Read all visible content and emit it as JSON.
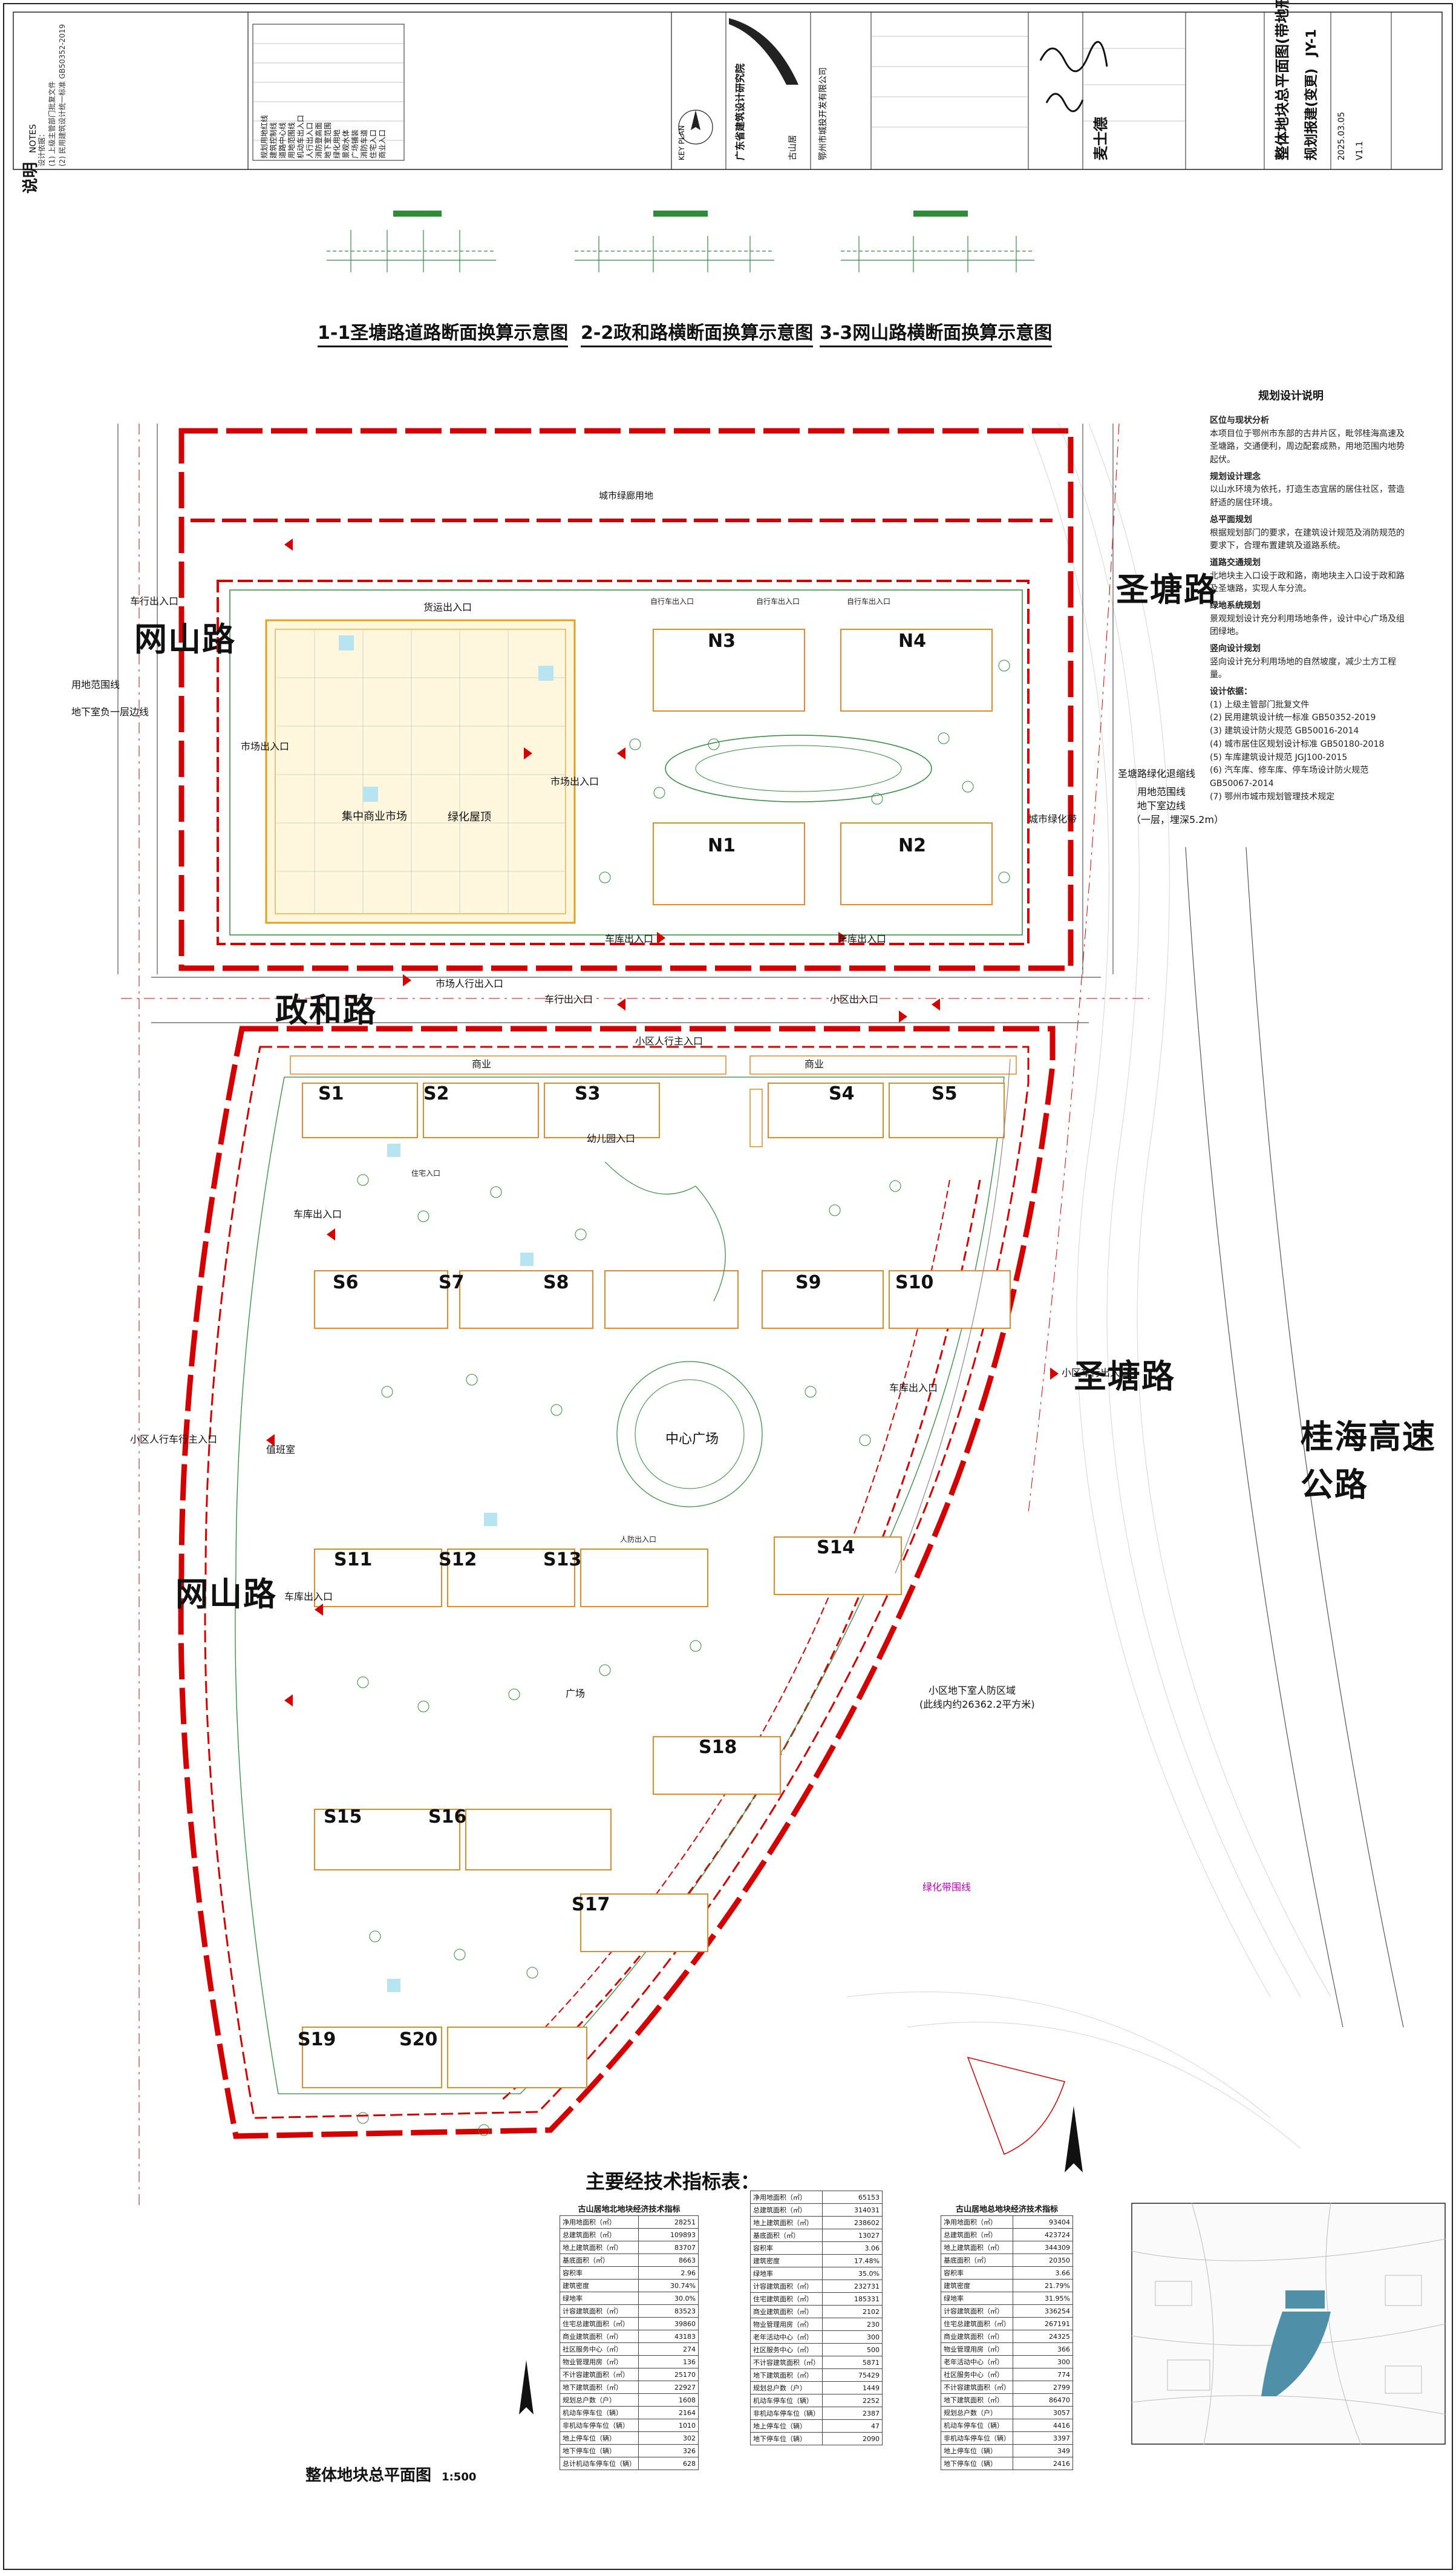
{
  "notes_header": {
    "title": "说明",
    "subtitle": "NOTES"
  },
  "legend_items": [
    "规划用地红线",
    "建筑控制线",
    "道路中心线",
    "用地范围线",
    "机动车出入口",
    "人行出入口",
    "消防登高面",
    "地下室范围",
    "绿化用地",
    "景观水体",
    "广场铺装",
    "消防车道",
    "住宅入口",
    "商业入口"
  ],
  "title_block": {
    "institute": "广东省建筑设计研究院",
    "client": "鄂州市城投开发有限公司",
    "project": "古山居",
    "drawing_title": "整体地块总平面图(带地形)",
    "drawing_subtitle": "规划报建(变更)",
    "drawing_no": "JY-1",
    "scale": "1:500",
    "date": "2025.03.05",
    "version": "V1.1",
    "signer": "麦士德",
    "key_plan": "KEY PLAN"
  },
  "sections": [
    {
      "name": "1-1圣塘路道路断面换算示意图"
    },
    {
      "name": "2-2政和路横断面换算示意图"
    },
    {
      "name": "3-3网山路横断面换算示意图"
    }
  ],
  "roads": {
    "wangshan_top": "网山路",
    "wangshan_bottom": "网山路",
    "shengtang_top": "圣塘路",
    "shengtang_bottom": "圣塘路",
    "zhenghe": "政和路",
    "guihai": "桂海高速公路"
  },
  "north": {
    "green": "城市绿廊用地",
    "market": "集中商业市场",
    "market_entry": "市场出入口",
    "market_entry2": "市场出入口",
    "cargo_entry": "货运出入口",
    "green_roof": "绿化屋顶",
    "garage_entry": "车库出入口",
    "garage_entry2": "车库出入口",
    "market_ped": "市场人行出入口",
    "car_entry": "车行出入口",
    "car_entry_left": "车行出入口",
    "boundary": "用地范围线",
    "basement_line": "地下室负一层边线",
    "buildings": [
      "N1",
      "N2",
      "N3",
      "N4"
    ],
    "ped_entries": [
      "自行车出入口",
      "自行车出入口",
      "自行车出入口"
    ],
    "shengtang_green": "圣塘路绿化退缩线",
    "boundary_right": "用地范围线",
    "basement_right": "地下室边线",
    "basement_right2": "（一层，埋深5.2m）",
    "city_green": "城市绿化带"
  },
  "south": {
    "main_entry": "小区人行主入口",
    "xiaoqu_entry": "小区出入口",
    "commerce": "商业",
    "commerce2": "商业",
    "center_plaza": "中心广场",
    "plaza": "广场",
    "kindergarten_entry": "幼儿园入口",
    "car_entry": "小区车行出入口",
    "ped_main_left": "小区人行车行主入口",
    "garage1": "车库出入口",
    "garage2": "车库出入口",
    "garage3": "车库出入口",
    "duty": "值班室",
    "ped_entrance": "人防出入口",
    "basement_area": "小区地下室人防区域",
    "basement_area2": "(此线内约26362.2平方米)",
    "green_boundary": "绿化带围线",
    "buildings": [
      "S1",
      "S2",
      "S3",
      "S4",
      "S5",
      "S6",
      "S7",
      "S8",
      "S9",
      "S10",
      "S11",
      "S12",
      "S13",
      "S14",
      "S15",
      "S16",
      "S17",
      "S18",
      "S19",
      "S20"
    ],
    "res_entry": "住宅入口"
  },
  "planning_notes": {
    "title": "规划设计说明",
    "paras": [
      "区位与现状分析",
      "本项目位于鄂州市东部的古井片区，毗邻桂海高速及圣塘路，交通便利，周边配套成熟，用地范围内地势起伏。",
      "规划设计理念",
      "以山水环境为依托，打造生态宜居的居住社区，营造舒适的居住环境。",
      "总平面规划",
      "根据规划部门的要求，在建筑设计规范及消防规范的要求下，合理布置建筑及道路系统。",
      "道路交通规划",
      "北地块主入口设于政和路，南地块主入口设于政和路及圣塘路，实现人车分流。",
      "绿地系统规划",
      "景观规划设计充分利用场地条件，设计中心广场及组团绿地。",
      "竖向设计规划",
      "竖向设计充分利用场地的自然坡度，减少土方工程量。",
      "设计依据：",
      "(1) 上级主管部门批复文件",
      "(2) 民用建筑设计统一标准 GB50352-2019",
      "(3) 建筑设计防火规范 GB50016-2014",
      "(4) 城市居住区规划设计标准 GB50180-2018",
      "(5) 车库建筑设计规范 JGJ100-2015",
      "(6) 汽车库、修车库、停车场设计防火规范 GB50067-2014",
      "(7) 鄂州市城市规划管理技术规定"
    ]
  },
  "tech_title": "主要经技术指标表：",
  "tables": {
    "north": {
      "title": "古山居地北地块经济技术指标",
      "rows": [
        [
          "净用地面积（㎡）",
          "28251"
        ],
        [
          "总建筑面积（㎡）",
          "109893"
        ],
        [
          "地上建筑面积（㎡）",
          "83707"
        ],
        [
          "基底面积（㎡）",
          "8663"
        ],
        [
          "容积率",
          "2.96"
        ],
        [
          "建筑密度",
          "30.74%"
        ],
        [
          "绿地率",
          "30.0%"
        ],
        [
          "计容建筑面积（㎡）",
          "83523"
        ],
        [
          "住宅总建筑面积（㎡）",
          "39860"
        ],
        [
          "商业建筑面积（㎡）",
          "43183"
        ],
        [
          "社区服务中心（㎡）",
          "274"
        ],
        [
          "物业管理用房（㎡）",
          "136"
        ],
        [
          "不计容建筑面积（㎡）",
          "25170"
        ],
        [
          "地下建筑面积（㎡）",
          "22927"
        ],
        [
          "规划总户数（户）",
          "1608"
        ],
        [
          "机动车停车位（辆）",
          "2164"
        ],
        [
          "非机动车停车位（辆）",
          "1010"
        ],
        [
          "地上停车位（辆）",
          "302"
        ],
        [
          "地下停车位（辆）",
          "326"
        ],
        [
          "总计机动车停车位（辆）",
          "628"
        ]
      ]
    },
    "south": {
      "title": "",
      "rows": [
        [
          "净用地面积（㎡）",
          "65153"
        ],
        [
          "总建筑面积（㎡）",
          "314031"
        ],
        [
          "地上建筑面积（㎡）",
          "238602"
        ],
        [
          "基底面积（㎡）",
          "13027"
        ],
        [
          "容积率",
          "3.06"
        ],
        [
          "建筑密度",
          "17.48%"
        ],
        [
          "绿地率",
          "35.0%"
        ],
        [
          "计容建筑面积（㎡）",
          "232731"
        ],
        [
          "住宅建筑面积（㎡）",
          "185331"
        ],
        [
          "商业建筑面积（㎡）",
          "2102"
        ],
        [
          "物业管理用房（㎡）",
          "230"
        ],
        [
          "老年活动中心（㎡）",
          "300"
        ],
        [
          "社区服务中心（㎡）",
          "500"
        ],
        [
          "不计容建筑面积（㎡）",
          "5871"
        ],
        [
          "地下建筑面积（㎡）",
          "75429"
        ],
        [
          "规划总户数（户）",
          "1449"
        ],
        [
          "机动车停车位（辆）",
          "2252"
        ],
        [
          "非机动车停车位（辆）",
          "2387"
        ],
        [
          "地上停车位（辆）",
          "47"
        ],
        [
          "地下停车位（辆）",
          "2090"
        ]
      ]
    },
    "total": {
      "title": "古山居地总地块经济技术指标",
      "rows": [
        [
          "净用地面积（㎡）",
          "93404"
        ],
        [
          "总建筑面积（㎡）",
          "423724"
        ],
        [
          "地上建筑面积（㎡）",
          "344309"
        ],
        [
          "基底面积（㎡）",
          "20350"
        ],
        [
          "容积率",
          "3.66"
        ],
        [
          "建筑密度",
          "21.79%"
        ],
        [
          "绿地率",
          "31.95%"
        ],
        [
          "计容建筑面积（㎡）",
          "336254"
        ],
        [
          "住宅总建筑面积（㎡）",
          "267191"
        ],
        [
          "商业建筑面积（㎡）",
          "24325"
        ],
        [
          "物业管理用房（㎡）",
          "366"
        ],
        [
          "老年活动中心（㎡）",
          "300"
        ],
        [
          "社区服务中心（㎡）",
          "774"
        ],
        [
          "不计容建筑面积（㎡）",
          "2799"
        ],
        [
          "地下建筑面积（㎡）",
          "86470"
        ],
        [
          "规划总户数（户）",
          "3057"
        ],
        [
          "机动车停车位（辆）",
          "4416"
        ],
        [
          "非机动车停车位（辆）",
          "3397"
        ],
        [
          "地上停车位（辆）",
          "349"
        ],
        [
          "地下停车位（辆）",
          "2416"
        ]
      ]
    }
  },
  "plan_caption": {
    "title": "整体地块总平面图",
    "scale": "1:500"
  },
  "colors": {
    "red": "#d40000",
    "green": "#2e8b3a",
    "orange": "#e08a2a",
    "cyan": "#29a9c9",
    "blue_keyplan": "#4f8fa8"
  }
}
